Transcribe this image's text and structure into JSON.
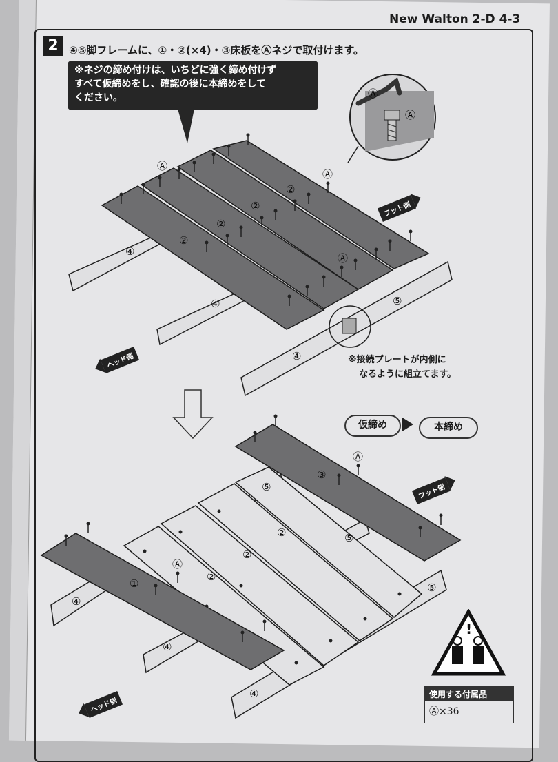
{
  "header": {
    "code": "New Walton 2-D 4-3"
  },
  "step": {
    "number": "2",
    "instruction": "④⑤脚フレームに、①・②(×4)・③床板をⒶネジで取付けます。"
  },
  "callout": {
    "lines": [
      "※ネジの締め付けは、いちどに強く締め付けず",
      "すべて仮締めをし、確認の後に本締めをして",
      "ください。"
    ]
  },
  "labels": {
    "foot_side": "フット側",
    "head_side": "ヘッド側",
    "screw": "Ⓐ",
    "part1": "①",
    "part2": "②",
    "part3": "③",
    "part4": "④",
    "part5": "⑤"
  },
  "plate_note": {
    "lines": [
      "※接続プレートが内側に",
      "なるように組立てます。"
    ]
  },
  "tightening": {
    "temporary": "仮締め",
    "final": "本締め"
  },
  "parts": {
    "title": "使用する付属品",
    "quantity": "Ⓐ×36"
  },
  "colors": {
    "board_dark": "#6e6e70",
    "board_light": "#dcdcde",
    "frame_ink": "#222222"
  }
}
